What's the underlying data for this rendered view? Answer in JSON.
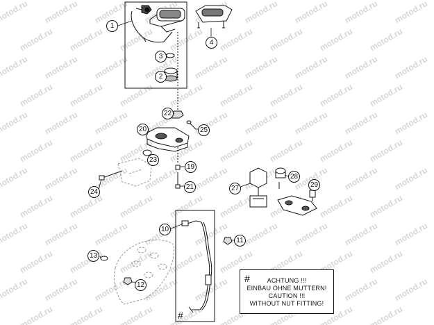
{
  "watermark": "motod.ru",
  "callouts": [
    {
      "id": "1",
      "label": "1"
    },
    {
      "id": "2",
      "label": "2"
    },
    {
      "id": "3",
      "label": "3"
    },
    {
      "id": "4",
      "label": "4"
    },
    {
      "id": "10",
      "label": "10"
    },
    {
      "id": "11",
      "label": "11"
    },
    {
      "id": "12",
      "label": "12"
    },
    {
      "id": "13",
      "label": "13"
    },
    {
      "id": "19",
      "label": "19"
    },
    {
      "id": "20",
      "label": "20"
    },
    {
      "id": "21",
      "label": "21"
    },
    {
      "id": "22",
      "label": "22"
    },
    {
      "id": "23",
      "label": "23"
    },
    {
      "id": "24",
      "label": "24"
    },
    {
      "id": "25",
      "label": "25"
    },
    {
      "id": "27",
      "label": "27"
    },
    {
      "id": "28",
      "label": "28"
    },
    {
      "id": "29",
      "label": "29"
    }
  ],
  "hash_marks": {
    "cable_end": "#"
  },
  "note": {
    "hash": "#",
    "lines": [
      "ACHTUNG !!!",
      "EINBAU OHNE MUTTERN!",
      "CAUTION !!!",
      "WITHOUT NUT FITTING!"
    ]
  }
}
